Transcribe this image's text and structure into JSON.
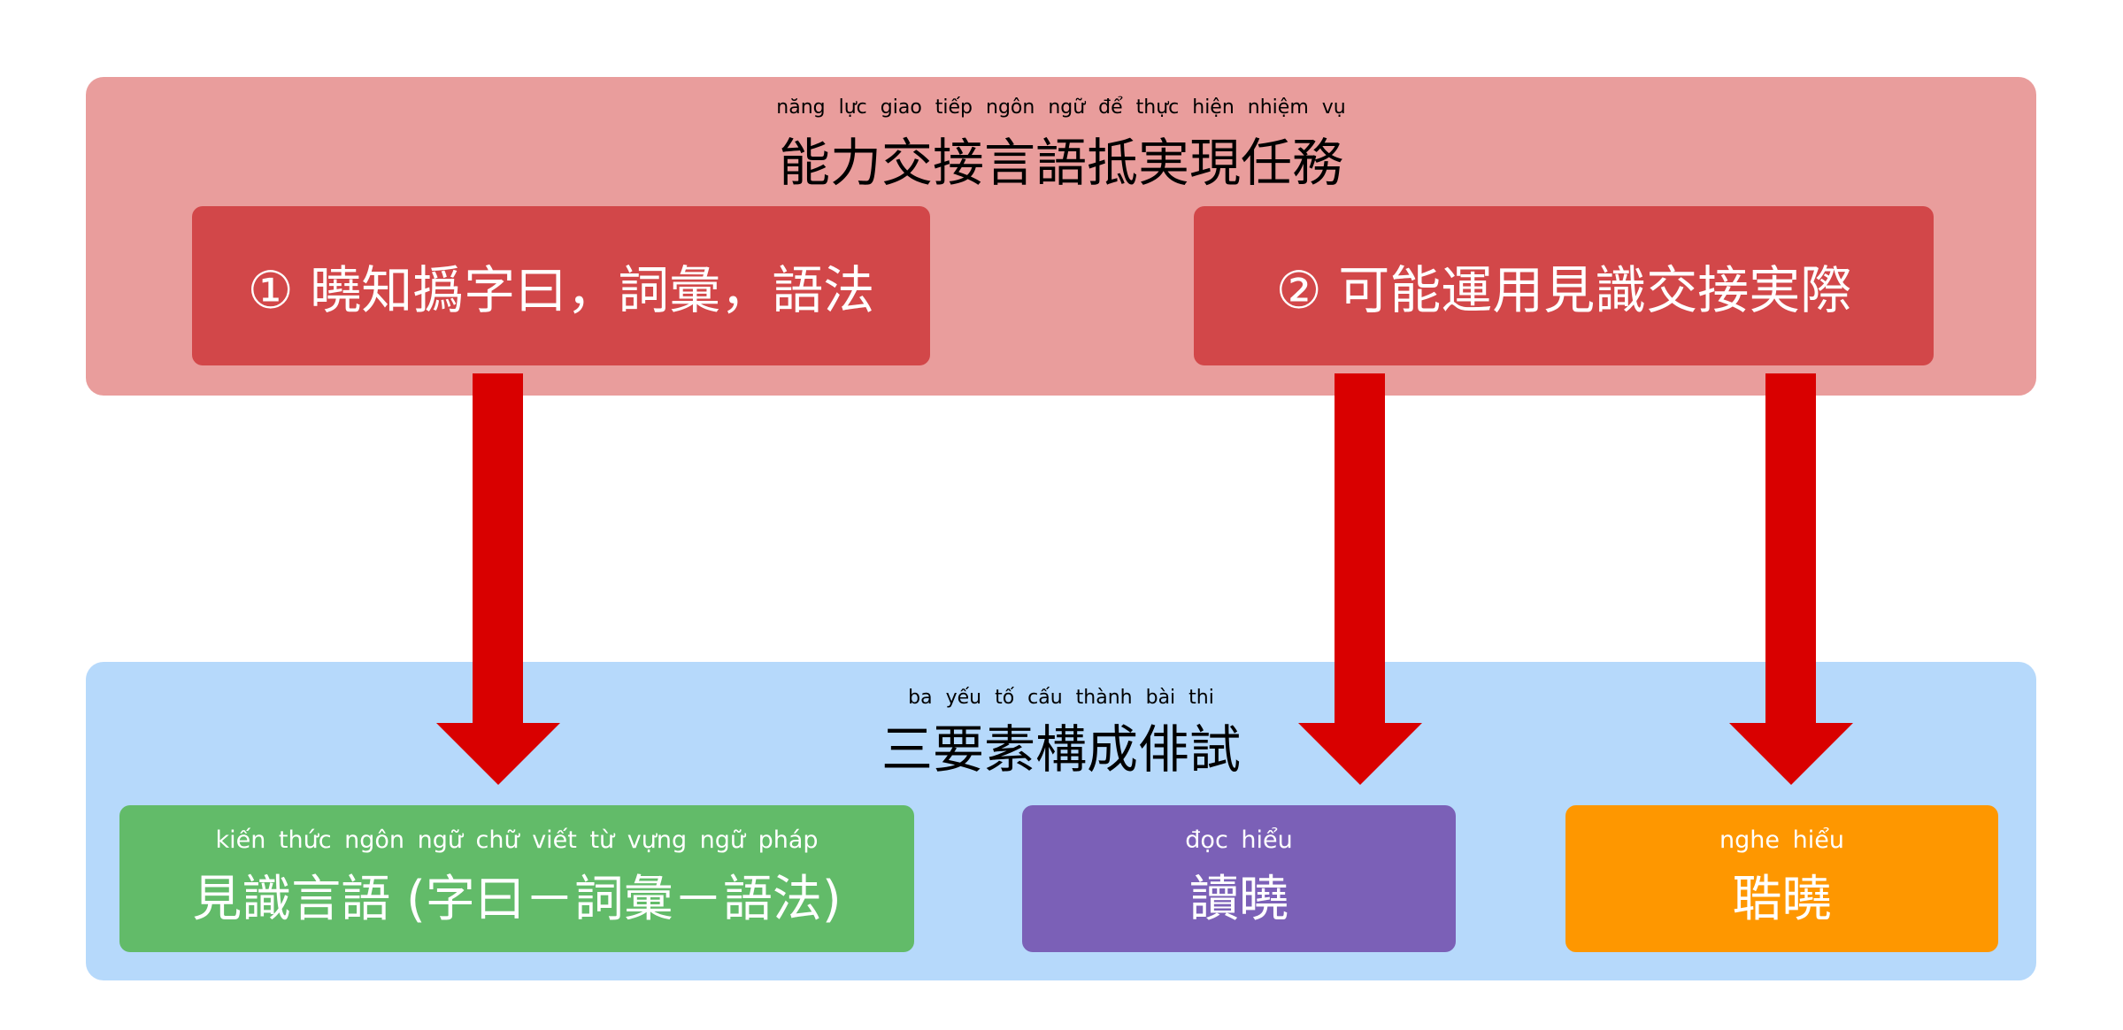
{
  "top": {
    "pinyin": "năng lực giao tiếp ngôn ngữ để thực hiện nhiệm vụ",
    "title": "能力交接言語抵実現任務",
    "boxes": [
      {
        "label": "① 曉知撝字曰，詞彙，語法"
      },
      {
        "label": "② 可能運用見識𠊚交接実際"
      }
    ]
  },
  "bottom": {
    "pinyin": "ba yếu tố cấu thành bài thi",
    "title": "三要素構成俳試",
    "boxes": [
      {
        "pinyin": "kiến thức ngôn ngữ chữ viết từ vựng ngữ pháp",
        "label": "見識言語 (字曰－詞彙－語法)"
      },
      {
        "pinyin": "đọc hiểu",
        "label": "讀曉"
      },
      {
        "pinyin": "nghe hiểu",
        "label": "聕曉"
      }
    ]
  },
  "colors": {
    "top_bg": "#e99d9c",
    "top_box": "#d24749",
    "bottom_bg": "#b6d9fb",
    "green": "#62bb69",
    "purple": "#7b60b7",
    "orange": "#fe9700",
    "arrow": "#d90000"
  }
}
